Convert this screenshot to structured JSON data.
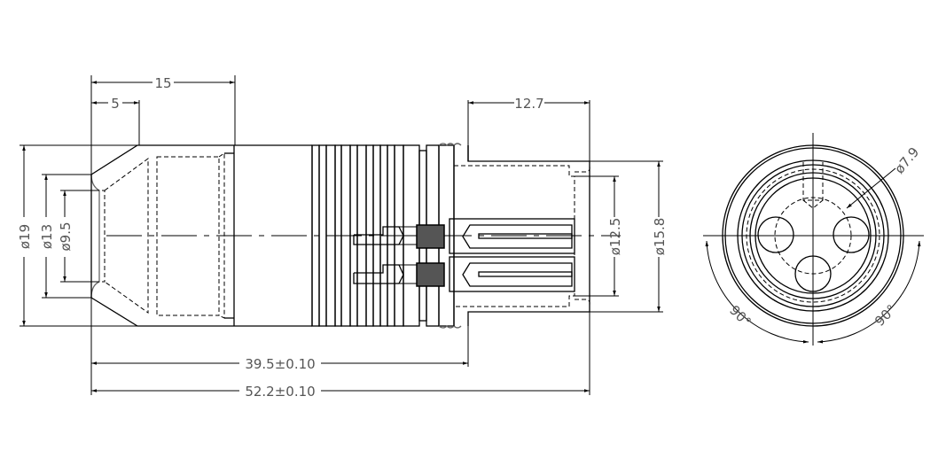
{
  "drawing": {
    "title": "Connector technical drawing",
    "views": [
      "side-section-view",
      "front-end-view"
    ],
    "units": "mm",
    "dimensions": {
      "total_length": "52.2±0.10",
      "body_length": "39.5±0.10",
      "cone_section_length": "15",
      "chamfer_length": "5",
      "plug_length": "12.7",
      "outer_diameter": "ø19",
      "mid_diameter": "ø13",
      "bore_diameter": "ø9.5",
      "plug_inner_diameter": "ø12.5",
      "plug_outer_diameter": "ø15.8",
      "pin_circle_diameter": "ø7.9",
      "angle_left": "90°",
      "angle_right": "90°"
    },
    "colors": {
      "line": "#000000",
      "text": "#555555",
      "knurl": "#555555",
      "background": "#ffffff"
    }
  }
}
